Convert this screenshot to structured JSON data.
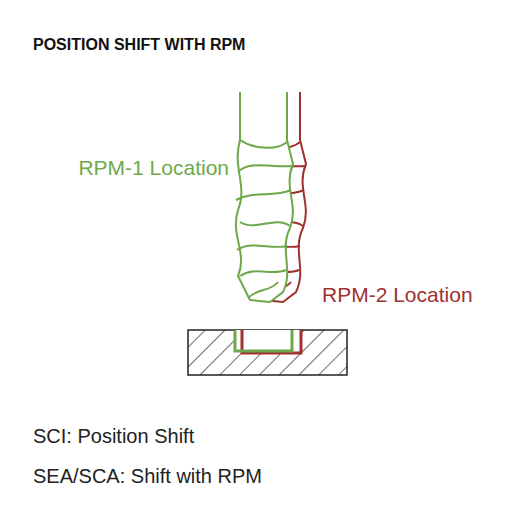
{
  "diagram": {
    "title": "POSITION SHIFT WITH RPM",
    "labels": [
      "RPM-1 Location",
      "RPM-2 Location",
      "SCI: Position Shift",
      "SEA/SCA: Shift with RPM"
    ]
  }
}
